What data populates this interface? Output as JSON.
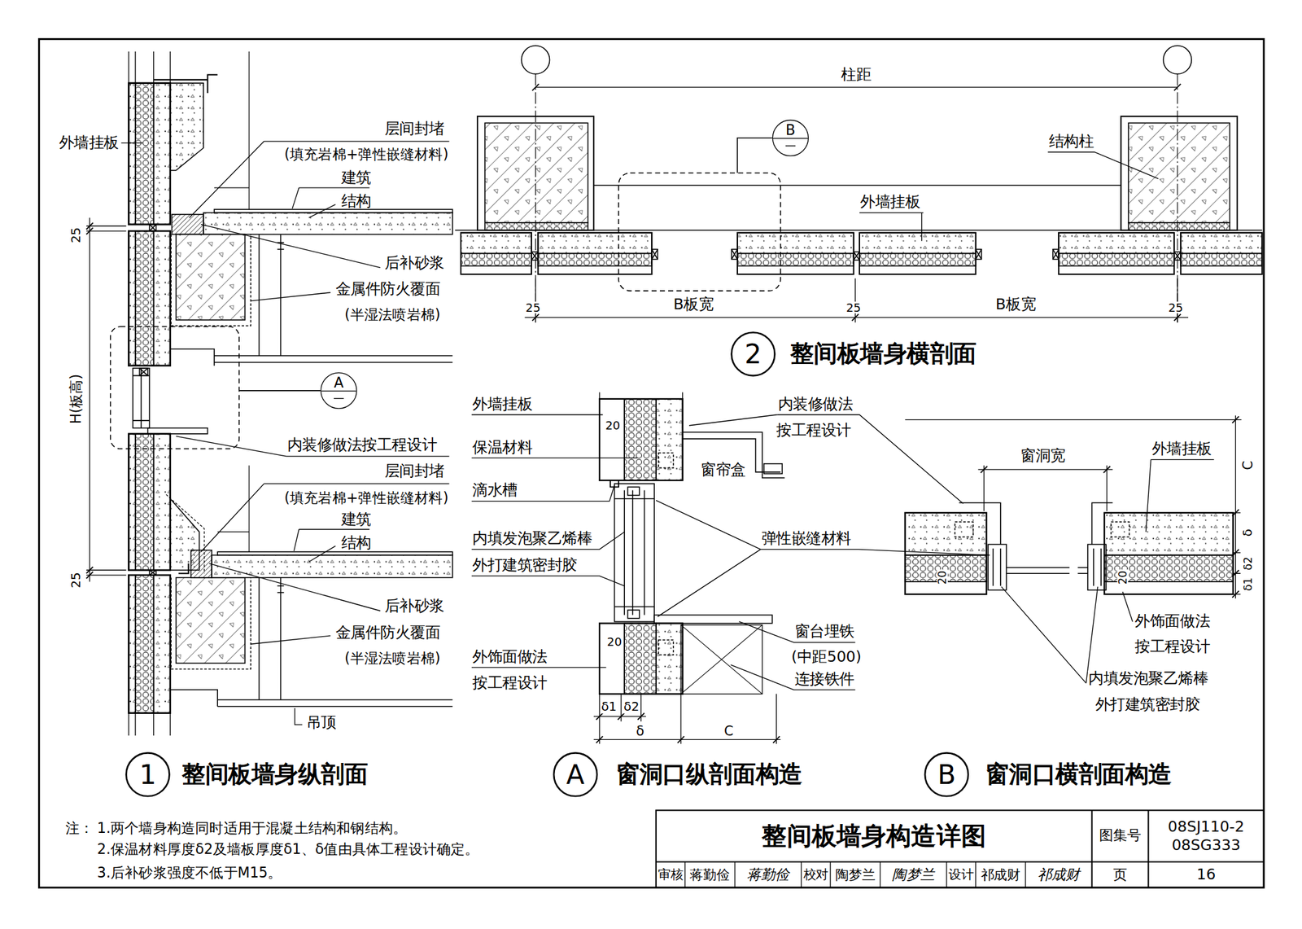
{
  "diagram": {
    "title": "整间板墙身构造详图",
    "nodes": [
      {
        "text": [
          "B"
        ]
      },
      {
        "text": [
          "2",
          "整间板墙身横剖面"
        ]
      },
      {
        "text": [
          "A"
        ]
      },
      {
        "text": [
          "1",
          "整间板墙身纵剖面"
        ]
      },
      {
        "text": [
          "A",
          "窗洞口纵剖面构造"
        ]
      },
      {
        "text": [
          "B",
          "窗洞口横剖面构造"
        ]
      }
    ],
    "labels": [
      "外墙挂板",
      "层间封堵",
      "(填充岩棉+弹性嵌缝材料)",
      "建筑",
      "结构",
      "25",
      "后补砂浆",
      "金属件防火覆面",
      "(半湿法喷岩棉)",
      "H(板高)",
      "内装修做法按工程设计",
      "层间封堵",
      "(填充岩棉+弹性嵌缝材料)",
      "建筑",
      "结构",
      "25",
      "后补砂浆",
      "金属件防火覆面",
      "(半湿法喷岩棉)",
      "吊顶",
      "柱距",
      "结构柱",
      "外墙挂板",
      "25",
      "B板宽",
      "25",
      "B板宽",
      "25",
      "外墙挂板",
      "保温材料",
      "滴水槽",
      "内填发泡聚乙烯棒",
      "外打建筑密封胶",
      "外饰面做法",
      "按工程设计",
      "20",
      "窗帘盒",
      "20",
      "内装修做法",
      "按工程设计",
      "弹性嵌缝材料",
      "窗台埋铁",
      "(中距500)",
      "连接铁件",
      "δ1",
      "δ2",
      "δ",
      "C",
      "窗洞宽",
      "外墙挂板",
      "C",
      "δ",
      "δ2",
      "δ1",
      "20",
      "20",
      "外饰面做法",
      "按工程设计",
      "内填发泡聚乙烯棒",
      "外打建筑密封胶",
      "注：",
      "1.两个墙身构造同时适用于混凝土结构和钢结构。",
      "2.保温材料厚度δ2及墙板厚度δ1、δ值由具体工程设计确定。",
      "3.后补砂浆强度不低于M15。",
      "图集号",
      "08SJ110-2 08SG333",
      "审核",
      "蒋勤俭",
      "蒋勤俭",
      "校对",
      "陶梦兰",
      "陶梦兰",
      "设计",
      "祁成财",
      "祁成财",
      "页",
      "16"
    ]
  }
}
